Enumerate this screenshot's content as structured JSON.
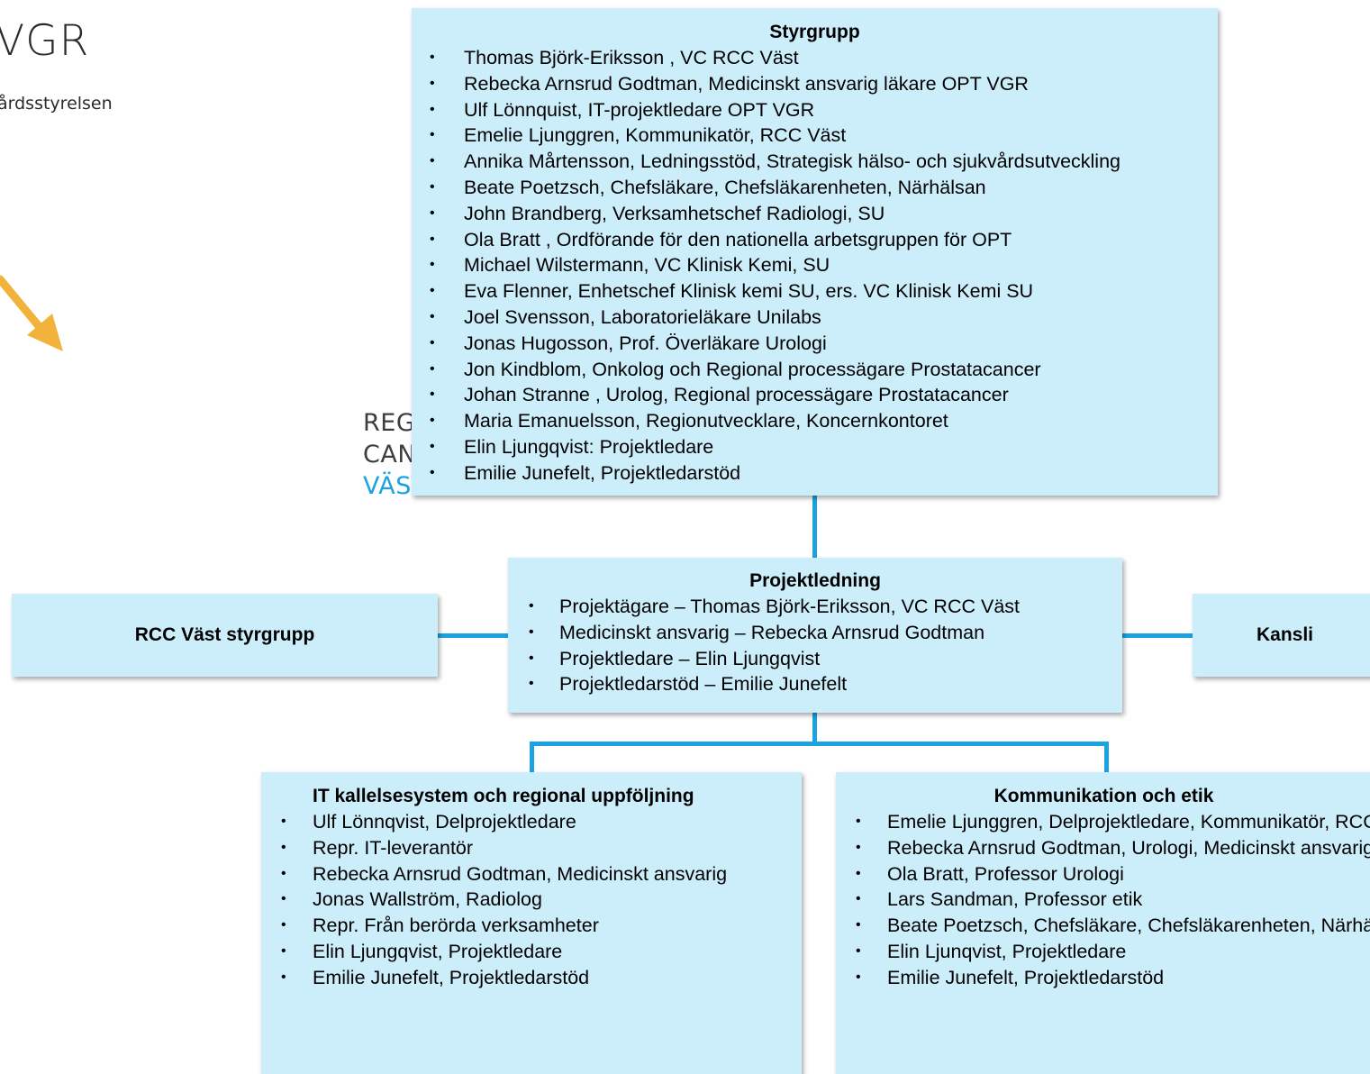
{
  "logos": {
    "vgr_text": "VGR",
    "vgr_subtitle": "årdsstyrelsen",
    "rcc_line1": "REGIONALT",
    "rcc_line2": "CANCERCENTRUM",
    "rcc_line3": "VÄST",
    "arrow_color": "#f2b33d"
  },
  "styrgrupp": {
    "title": "Styrgrupp",
    "members": [
      "Thomas Björk-Eriksson , VC RCC Väst",
      "Rebecka Arnsrud Godtman, Medicinskt ansvarig läkare OPT VGR",
      "Ulf Lönnquist, IT-projektledare OPT VGR",
      "Emelie Ljunggren, Kommunikatör, RCC Väst",
      "Annika Mårtensson, Ledningsstöd, Strategisk hälso- och sjukvårdsutveckling",
      "Beate Poetzsch, Chefsläkare, Chefsläkarenheten, Närhälsan",
      "John Brandberg, Verksamhetschef Radiologi, SU",
      "Ola Bratt , Ordförande för den nationella arbetsgruppen för OPT",
      "Michael Wilstermann, VC Klinisk Kemi, SU",
      "Eva Flenner, Enhetschef Klinisk kemi SU, ers. VC Klinisk Kemi SU",
      "Joel Svensson, Laboratorieläkare Unilabs",
      "Jonas Hugosson, Prof. Överläkare Urologi",
      "Jon Kindblom, Onkolog och Regional processägare Prostatacancer",
      "Johan Stranne , Urolog, Regional processägare  Prostatacancer",
      "Maria Emanuelsson, Regionutvecklare, Koncernkontoret",
      "Elin Ljungqvist: Projektledare",
      "Emilie Junefelt, Projektledarstöd"
    ]
  },
  "projektledning": {
    "title": "Projektledning",
    "members": [
      "Projektägare – Thomas Björk-Eriksson, VC RCC Väst",
      "Medicinskt ansvarig – Rebecka Arnsrud Godtman",
      "Projektledare – Elin Ljungqvist",
      "Projektledarstöd – Emilie Junefelt"
    ]
  },
  "rcc_styrgrupp": {
    "title": "RCC Väst styrgrupp"
  },
  "kansli": {
    "title": "Kansli"
  },
  "it_group": {
    "title": "IT kallelsesystem och regional uppföljning",
    "members": [
      "Ulf Lönnqvist, Delprojektledare",
      "Repr. IT-leverantör",
      "Rebecka Arnsrud Godtman, Medicinskt ansvarig",
      "Jonas Wallström, Radiolog",
      "Repr. Från berörda verksamheter",
      "Elin Ljungqvist, Projektledare",
      "Emilie Junefelt, Projektledarstöd"
    ]
  },
  "komm_group": {
    "title": "Kommunikation och etik",
    "members": [
      "Emelie Ljunggren, Delprojektledare, Kommunikatör, RCC Väst",
      "Rebecka Arnsrud Godtman, Urologi, Medicinskt ansvarig",
      "Ola Bratt, Professor Urologi",
      "Lars Sandman, Professor etik",
      "Beate Poetzsch, Chefsläkare, Chefsläkarenheten, Närhälsan",
      "Elin Ljunqvist, Projektledare",
      "Emilie Junefelt, Projektledarstöd"
    ]
  },
  "colors": {
    "box_fill": "#cceefb",
    "connector": "#1aa3e0"
  }
}
